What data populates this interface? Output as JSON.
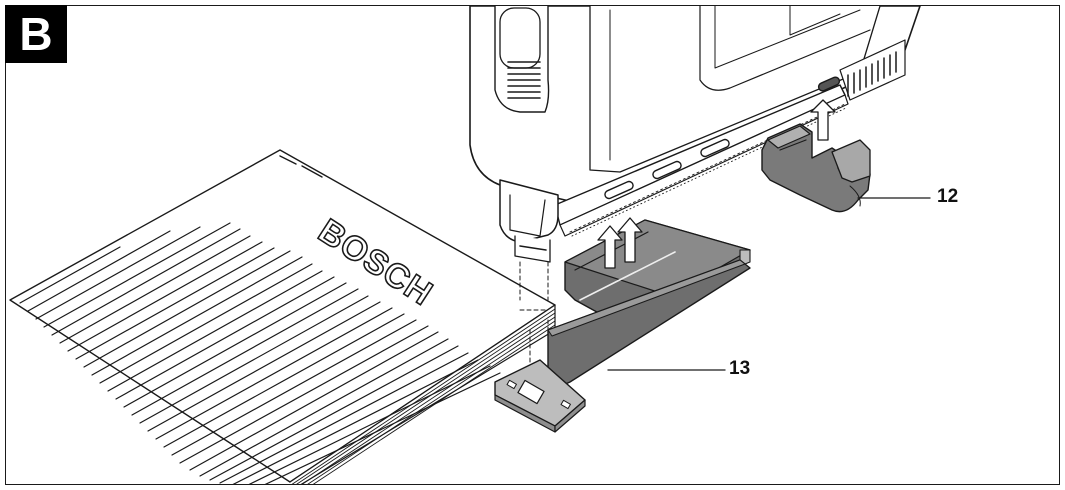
{
  "figure": {
    "panel_label": "B",
    "callouts": {
      "label_12": "12",
      "label_13": "13"
    },
    "manual_brand": "BOSCH"
  },
  "colors": {
    "ink": "#1a1a1a",
    "tool_body": "#ffffff",
    "dark_part": "#6e6e6e",
    "mid_part": "#8c8c8c",
    "light_part": "#b4b4b4"
  }
}
